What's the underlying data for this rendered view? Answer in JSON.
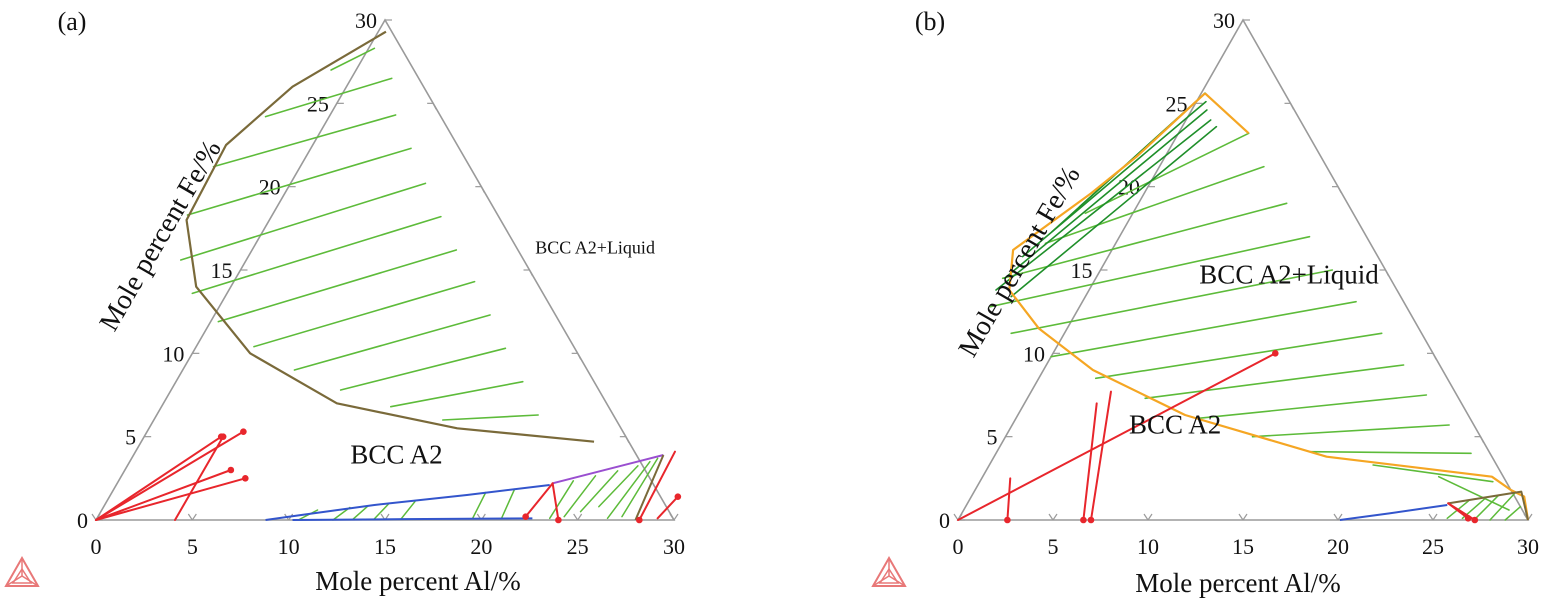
{
  "colors": {
    "axis": "#9a9a9a",
    "tie_green": "#5dbb3a",
    "tie_dark_green": "#1f8f2a",
    "boundary_brown": "#7a6a3a",
    "boundary_orange": "#f5a623",
    "boundary_blue": "#3355cc",
    "boundary_purple": "#9a4fd0",
    "tie_red": "#e8262c",
    "logo": "#e87878"
  },
  "icons": [
    "thermo-calc-logo-icon"
  ],
  "chart_data": [
    {
      "panel_label": "(a)",
      "type": "scatter",
      "subtype": "ternary-isothermal-section",
      "xlabel": "Mole percent Al/%",
      "ylabel": "Mole percent Fe/%",
      "xlim": [
        0,
        30
      ],
      "ylim": [
        0,
        30
      ],
      "x_ticks": [
        "0",
        "5",
        "10",
        "15",
        "20",
        "25",
        "30"
      ],
      "y_ticks": [
        "0",
        "5",
        "10",
        "15",
        "20",
        "25",
        "30"
      ],
      "phase_labels": [
        {
          "text": "BCC A2",
          "al": 11.5,
          "fe": 3.4
        },
        {
          "text": "BCC A2+Liquid",
          "al": 14.8,
          "fe": 16.0
        }
      ],
      "liquid_boundary": {
        "color": "brown",
        "points": [
          [
            0.4,
            29.3
          ],
          [
            -2.8,
            26
          ],
          [
            -4.5,
            22.5
          ],
          [
            -4.3,
            18
          ],
          [
            -1.8,
            14
          ],
          [
            3,
            10
          ],
          [
            9,
            7
          ],
          [
            16,
            5.5
          ],
          [
            23.5,
            4.7
          ]
        ]
      },
      "liquid_tie_lines": [
        [
          [
            -1.3,
            27
          ],
          [
            0.3,
            28.3
          ]
        ],
        [
          [
            -3.3,
            24.2
          ],
          [
            2.1,
            26.5
          ]
        ],
        [
          [
            -4.5,
            21.2
          ],
          [
            3.4,
            24.3
          ]
        ],
        [
          [
            -4.4,
            18.3
          ],
          [
            5.2,
            22.3
          ]
        ],
        [
          [
            -3.4,
            15.6
          ],
          [
            7,
            20.2
          ]
        ],
        [
          [
            -1.8,
            13.6
          ],
          [
            8.8,
            18.2
          ]
        ],
        [
          [
            0.4,
            11.9
          ],
          [
            10.6,
            16.2
          ]
        ],
        [
          [
            3,
            10.4
          ],
          [
            12.5,
            14.3
          ]
        ],
        [
          [
            5.8,
            9
          ],
          [
            14.3,
            12.3
          ]
        ],
        [
          [
            8.8,
            7.8
          ],
          [
            16.1,
            10.3
          ]
        ],
        [
          [
            11.9,
            6.8
          ],
          [
            18,
            8.3
          ]
        ],
        [
          [
            15,
            6
          ],
          [
            19.8,
            6.3
          ]
        ]
      ],
      "lower_two_phase_boundaries": [
        {
          "color": "blue",
          "points": [
            [
              8.8,
              0
            ],
            [
              10.5,
              0.3
            ],
            [
              14,
              0.9
            ],
            [
              18.5,
              1.5
            ],
            [
              22.5,
              2.1
            ]
          ]
        },
        {
          "color": "blue",
          "points": [
            [
              10.2,
              0
            ],
            [
              16,
              0.05
            ],
            [
              22.6,
              0.1
            ]
          ]
        },
        {
          "color": "purple",
          "points": [
            [
              22.6,
              2.2
            ],
            [
              27.5,
              3.9
            ]
          ]
        },
        {
          "color": "brown",
          "points": [
            [
              27.5,
              3.9
            ],
            [
              28,
              0
            ]
          ]
        }
      ],
      "lower_tie_lines": [
        [
          [
            10.5,
            0
          ],
          [
            11.2,
            0.6
          ]
        ],
        [
          [
            12.3,
            0
          ],
          [
            12.8,
            0.75
          ]
        ],
        [
          [
            13.3,
            0.02
          ],
          [
            13.7,
            0.85
          ]
        ],
        [
          [
            14.4,
            0.03
          ],
          [
            14.7,
            0.95
          ]
        ],
        [
          [
            15.8,
            0.05
          ],
          [
            16,
            1.1
          ]
        ],
        [
          [
            19.5,
            0.08
          ],
          [
            19.4,
            1.65
          ]
        ],
        [
          [
            21,
            0.09
          ],
          [
            20.8,
            1.85
          ]
        ],
        [
          [
            23.5,
            0.1
          ],
          [
            23.6,
            2.35
          ]
        ],
        [
          [
            24.2,
            0.2
          ],
          [
            24.6,
            2.65
          ]
        ],
        [
          [
            24.9,
            0.5
          ],
          [
            25.6,
            2.95
          ]
        ],
        [
          [
            25.7,
            0.8
          ],
          [
            26.5,
            3.25
          ]
        ],
        [
          [
            26.5,
            0.1
          ],
          [
            27,
            3.5
          ]
        ],
        [
          [
            27.2,
            0.2
          ],
          [
            27.3,
            3.7
          ]
        ]
      ],
      "red_tie_lines": [
        [
          [
            0,
            0
          ],
          [
            4,
            5
          ]
        ],
        [
          [
            0,
            0
          ],
          [
            5,
            5.3
          ]
        ],
        [
          [
            0,
            0
          ],
          [
            5.5,
            3
          ]
        ],
        [
          [
            0,
            0
          ],
          [
            6.5,
            2.5
          ]
        ],
        [
          [
            4.1,
            0
          ],
          [
            4.1,
            5
          ]
        ],
        [
          [
            22.6,
            2.2
          ],
          [
            22.2,
            0.2
          ]
        ],
        [
          [
            22.6,
            2.2
          ],
          [
            24,
            0
          ]
        ],
        [
          [
            28,
            4.1
          ],
          [
            28.2,
            0
          ]
        ],
        [
          [
            29.1,
            0.1
          ],
          [
            29.5,
            1.4
          ]
        ]
      ]
    },
    {
      "panel_label": "(b)",
      "type": "scatter",
      "subtype": "ternary-isothermal-section",
      "xlabel": "Mole percent Al/%",
      "ylabel": "Mole percent Fe/%",
      "xlim": [
        0,
        30
      ],
      "ylim": [
        0,
        30
      ],
      "x_ticks": [
        "0",
        "5",
        "10",
        "15",
        "20",
        "25",
        "30"
      ],
      "y_ticks": [
        "0",
        "5",
        "10",
        "15",
        "20",
        "25",
        "30"
      ],
      "phase_labels": [
        {
          "text": "BCC A2",
          "al": 6.4,
          "fe": 5.2
        },
        {
          "text": "BCC A2+Liquid",
          "al": 5.6,
          "fe": 14.2
        }
      ],
      "liquid_boundary": {
        "color": "orange",
        "points": [
          [
            0.2,
            25.6
          ],
          [
            -0.3,
            24.5
          ],
          [
            -1.5,
            21.8
          ],
          [
            -2.8,
            19.6
          ],
          [
            -5.2,
            16.2
          ],
          [
            -4.2,
            13.8
          ],
          [
            -1.5,
            11.5
          ],
          [
            2.6,
            9
          ],
          [
            8.8,
            6.3
          ],
          [
            17.5,
            3.8
          ],
          [
            26.8,
            2.6
          ],
          [
            28.2,
            1.8
          ],
          [
            29.1,
            1.4
          ],
          [
            30,
            0
          ]
        ]
      },
      "orange_top_boundary": {
        "color": "orange",
        "points": [
          [
            0.2,
            25.6
          ],
          [
            3.7,
            23.2
          ]
        ]
      },
      "liquid_tie_lines": [
        [
          [
            -2.5,
            18.4
          ],
          [
            3.7,
            23.2
          ]
        ],
        [
          [
            -3.7,
            16.6
          ],
          [
            5.5,
            21.2
          ]
        ],
        [
          [
            -4.9,
            14.5
          ],
          [
            7.8,
            19
          ]
        ],
        [
          [
            -4.7,
            12.8
          ],
          [
            10,
            17
          ]
        ],
        [
          [
            -2.8,
            11.2
          ],
          [
            12.2,
            15
          ]
        ],
        [
          [
            0,
            9.8
          ],
          [
            14.4,
            13.1
          ]
        ],
        [
          [
            3,
            8.5
          ],
          [
            16.7,
            11.2
          ]
        ],
        [
          [
            6.2,
            7.3
          ],
          [
            18.8,
            9.3
          ]
        ],
        [
          [
            9.6,
            6.1
          ],
          [
            20.9,
            7.5
          ]
        ],
        [
          [
            13,
            5
          ],
          [
            23,
            5.7
          ]
        ],
        [
          [
            16.5,
            4.1
          ],
          [
            25,
            4
          ]
        ],
        [
          [
            20.2,
            3.3
          ],
          [
            27,
            2.3
          ]
        ],
        [
          [
            24,
            2.6
          ],
          [
            28.7,
            0.6
          ]
        ]
      ],
      "dark_green_tie_lines": [
        [
          [
            0.2,
            25.6
          ],
          [
            -3,
            18.8
          ]
        ],
        [
          [
            0.2,
            25.6
          ],
          [
            -3.7,
            17.3
          ]
        ],
        [
          [
            0.5,
            25.1
          ],
          [
            -4.5,
            15.8
          ]
        ],
        [
          [
            0.8,
            24.6
          ],
          [
            -4.8,
            14.5
          ]
        ],
        [
          [
            1.3,
            24
          ],
          [
            -4.9,
            13.8
          ]
        ],
        [
          [
            1.8,
            23.6
          ],
          [
            -3.9,
            13.4
          ]
        ]
      ],
      "lower_two_phase_boundaries": [
        {
          "color": "blue",
          "points": [
            [
              20.1,
              0
            ],
            [
              22.5,
              0.4
            ],
            [
              25.3,
              0.9
            ]
          ]
        },
        {
          "color": "brown",
          "points": [
            [
              25.3,
              1
            ],
            [
              28.8,
              1.7
            ],
            [
              30,
              0
            ]
          ]
        }
      ],
      "lower_tie_lines": [
        [
          [
            25.7,
            0.1
          ],
          [
            26.3,
            1.15
          ]
        ],
        [
          [
            26.5,
            0.1
          ],
          [
            27.1,
            1.3
          ]
        ],
        [
          [
            27.2,
            0.1
          ],
          [
            27.7,
            1.45
          ]
        ],
        [
          [
            28,
            0
          ],
          [
            28.5,
            1.6
          ]
        ],
        [
          [
            28.8,
            0
          ],
          [
            29.2,
            0.8
          ]
        ]
      ],
      "red_tie_lines": [
        [
          [
            0,
            0
          ],
          [
            11.7,
            10
          ]
        ],
        [
          [
            1.5,
            2.5
          ],
          [
            2.6,
            0
          ]
        ],
        [
          [
            3.8,
            7
          ],
          [
            6.6,
            0
          ]
        ],
        [
          [
            4.2,
            7.7
          ],
          [
            7,
            0
          ]
        ],
        [
          [
            25.3,
            1
          ],
          [
            26.8,
            0.1
          ]
        ],
        [
          [
            25.3,
            1
          ],
          [
            27.2,
            0
          ]
        ]
      ]
    }
  ]
}
